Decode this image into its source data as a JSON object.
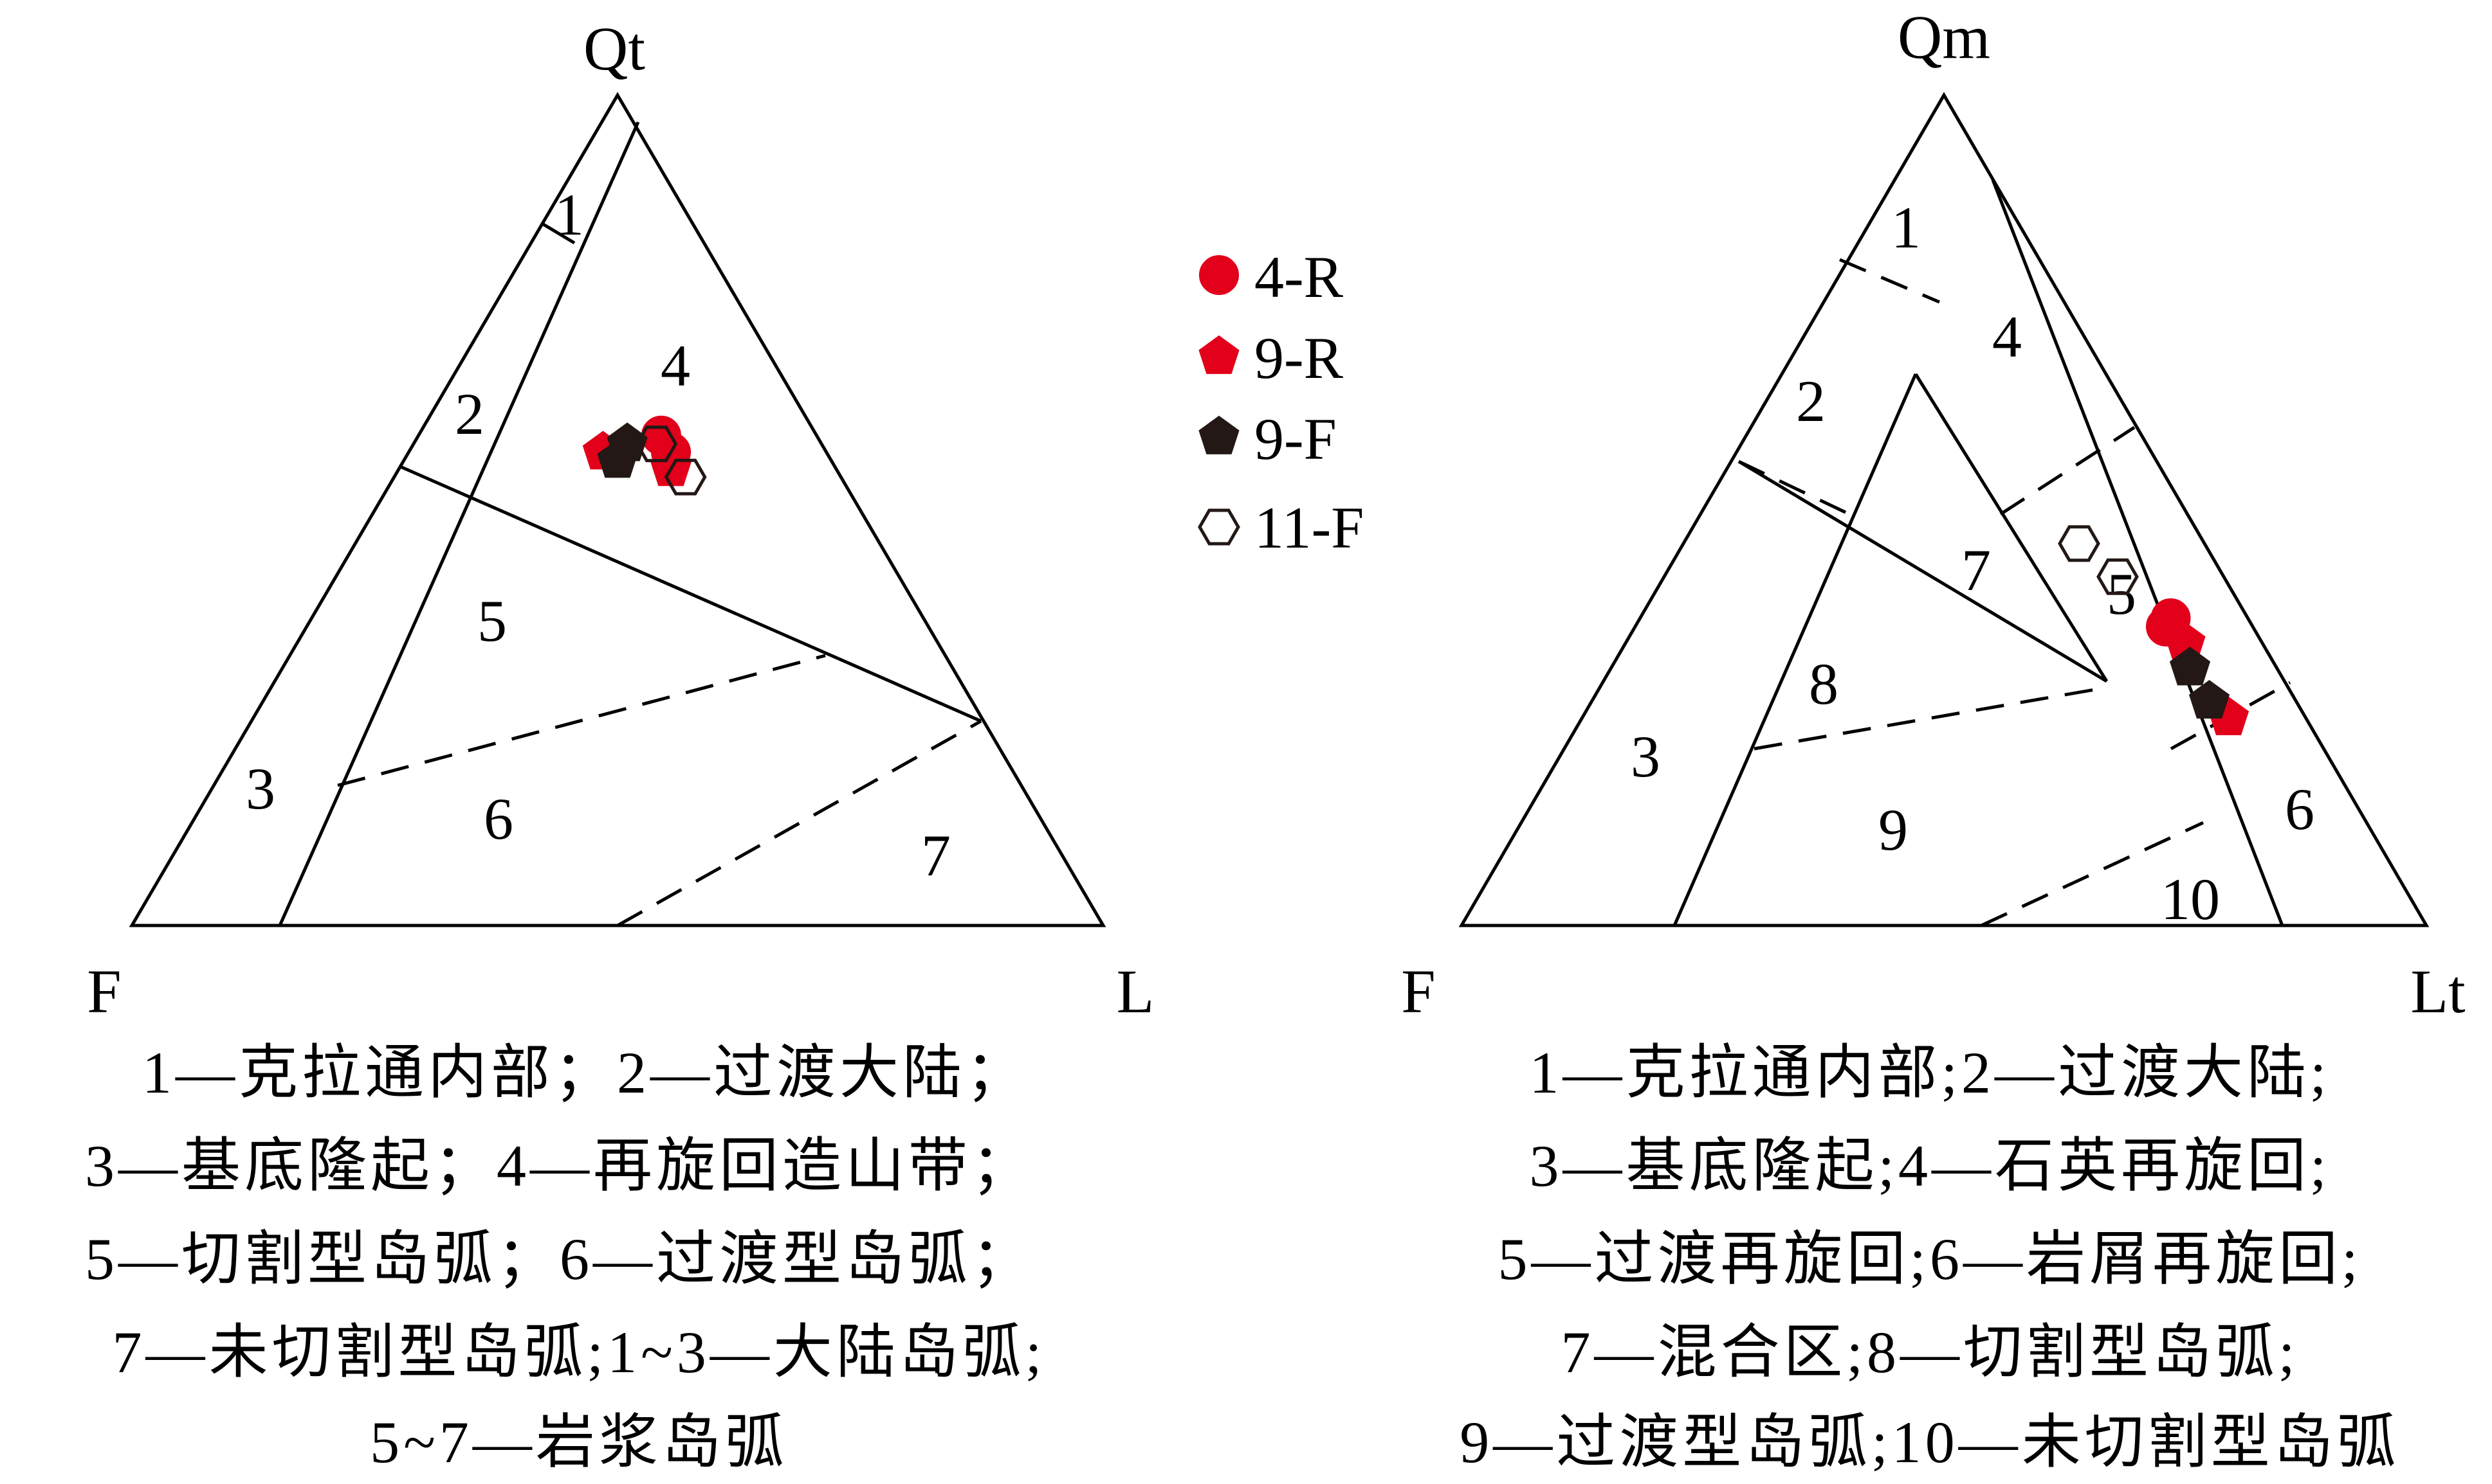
{
  "left_diagram": {
    "vertices": {
      "top": "Qt",
      "left": "F",
      "right": "L"
    },
    "fields": [
      "1",
      "2",
      "3",
      "4",
      "5",
      "6",
      "7"
    ],
    "caption": [
      "1—克拉通内部；2—过渡大陆；",
      "3—基底隆起；4—再旋回造山带；",
      "5—切割型岛弧；6—过渡型岛弧；",
      "7—未切割型岛弧;1~3—大陆岛弧;",
      "5~7—岩浆岛弧"
    ],
    "samples": [
      {
        "series": "4-R",
        "points": [
          {
            "Qt": 59,
            "F": 16,
            "L": 25
          },
          {
            "Qt": 57,
            "F": 16,
            "L": 27
          }
        ]
      },
      {
        "series": "9-R",
        "points": [
          {
            "Qt": 57,
            "F": 23,
            "L": 20
          },
          {
            "Qt": 55,
            "F": 17,
            "L": 28
          }
        ]
      },
      {
        "series": "9-F",
        "points": [
          {
            "Qt": 58,
            "F": 20,
            "L": 22
          },
          {
            "Qt": 56,
            "F": 22,
            "L": 22
          }
        ]
      },
      {
        "series": "11-F",
        "points": [
          {
            "Qt": 58,
            "F": 17,
            "L": 25
          },
          {
            "Qt": 54,
            "F": 16,
            "L": 30
          }
        ]
      }
    ]
  },
  "right_diagram": {
    "vertices": {
      "top": "Qm",
      "left": "F",
      "right": "Lt"
    },
    "fields": [
      "1",
      "2",
      "3",
      "4",
      "5",
      "6",
      "7",
      "8",
      "9",
      "10"
    ],
    "caption": [
      "1—克拉通内部;2—过渡大陆;",
      "3—基底隆起;4—石英再旋回;",
      "5—过渡再旋回;6—岩屑再旋回;",
      "7—混合区;8—切割型岛弧;",
      "9—过渡型岛弧;10—未切割型岛弧"
    ],
    "samples": [
      {
        "series": "4-R",
        "points": [
          {
            "Qm": 37,
            "F": 8,
            "Lt": 55
          },
          {
            "Qm": 36,
            "F": 9,
            "Lt": 55
          }
        ]
      },
      {
        "series": "9-R",
        "points": [
          {
            "Qm": 34,
            "F": 8,
            "Lt": 58
          },
          {
            "Qm": 25,
            "F": 8,
            "Lt": 67
          }
        ]
      },
      {
        "series": "9-F",
        "points": [
          {
            "Qm": 31,
            "F": 9,
            "Lt": 60
          },
          {
            "Qm": 27,
            "F": 9,
            "Lt": 64
          }
        ]
      },
      {
        "series": "11-F",
        "points": [
          {
            "Qm": 46,
            "F": 13,
            "Lt": 41
          },
          {
            "Qm": 42,
            "F": 11,
            "Lt": 47
          }
        ]
      }
    ]
  },
  "legend": [
    {
      "label": "4-R",
      "marker": "circle",
      "fill": "#e2001a",
      "stroke": "#e2001a"
    },
    {
      "label": "9-R",
      "marker": "pentagon",
      "fill": "#e2001a",
      "stroke": "#e2001a"
    },
    {
      "label": "9-F",
      "marker": "pentagon",
      "fill": "#231815",
      "stroke": "#231815"
    },
    {
      "label": "11-F",
      "marker": "hexagon",
      "fill": "none",
      "stroke": "#231815"
    }
  ]
}
